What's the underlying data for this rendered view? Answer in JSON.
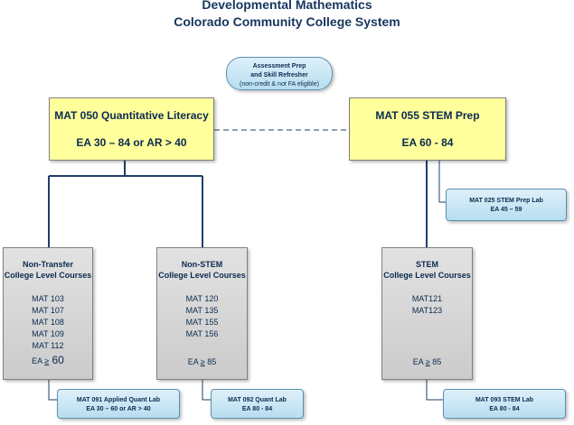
{
  "header": {
    "title": "Developmental Mathematics",
    "subtitle": "Colorado Community College System"
  },
  "assessment": {
    "line1": "Assessment Prep",
    "line2": "and Skill Refresher",
    "line3": "(non-credit & not FA eligible)"
  },
  "mat050": {
    "title": "MAT 050 Quantitative Literacy",
    "range": "EA 30 – 84 or AR > 40"
  },
  "mat055": {
    "title": "MAT 055 STEM Prep",
    "range": "EA 60 - 84"
  },
  "mat025": {
    "title": "MAT 025 STEM Prep Lab",
    "range": "EA 45 – 59"
  },
  "nontransfer": {
    "head1": "Non-Transfer",
    "head2": "College Level Courses",
    "courses": [
      "MAT 103",
      "MAT 107",
      "MAT 108",
      "MAT 109",
      "MAT 112"
    ],
    "ea_label": "EA ",
    "ea_op": "≥",
    "ea_value": " 60"
  },
  "nonstem": {
    "head1": "Non-STEM",
    "head2": "College Level Courses",
    "courses": [
      "MAT 120",
      "MAT 135",
      "MAT 155",
      "MAT 156"
    ],
    "ea_label": "EA ",
    "ea_op": "≥",
    "ea_value": " 85"
  },
  "stem": {
    "head1": "STEM",
    "head2": "College Level Courses",
    "courses": [
      "MAT121",
      "MAT123"
    ],
    "ea_label": "EA ",
    "ea_op": "≥",
    "ea_value": " 85"
  },
  "mat091": {
    "title": "MAT 091 Applied Quant Lab",
    "range": "EA 30 – 60 or AR > 40"
  },
  "mat092": {
    "title": "MAT 092 Quant Lab",
    "range": "EA 80 - 84"
  },
  "mat093": {
    "title": "MAT 093 STEM Lab",
    "range": "EA 80 - 84"
  }
}
